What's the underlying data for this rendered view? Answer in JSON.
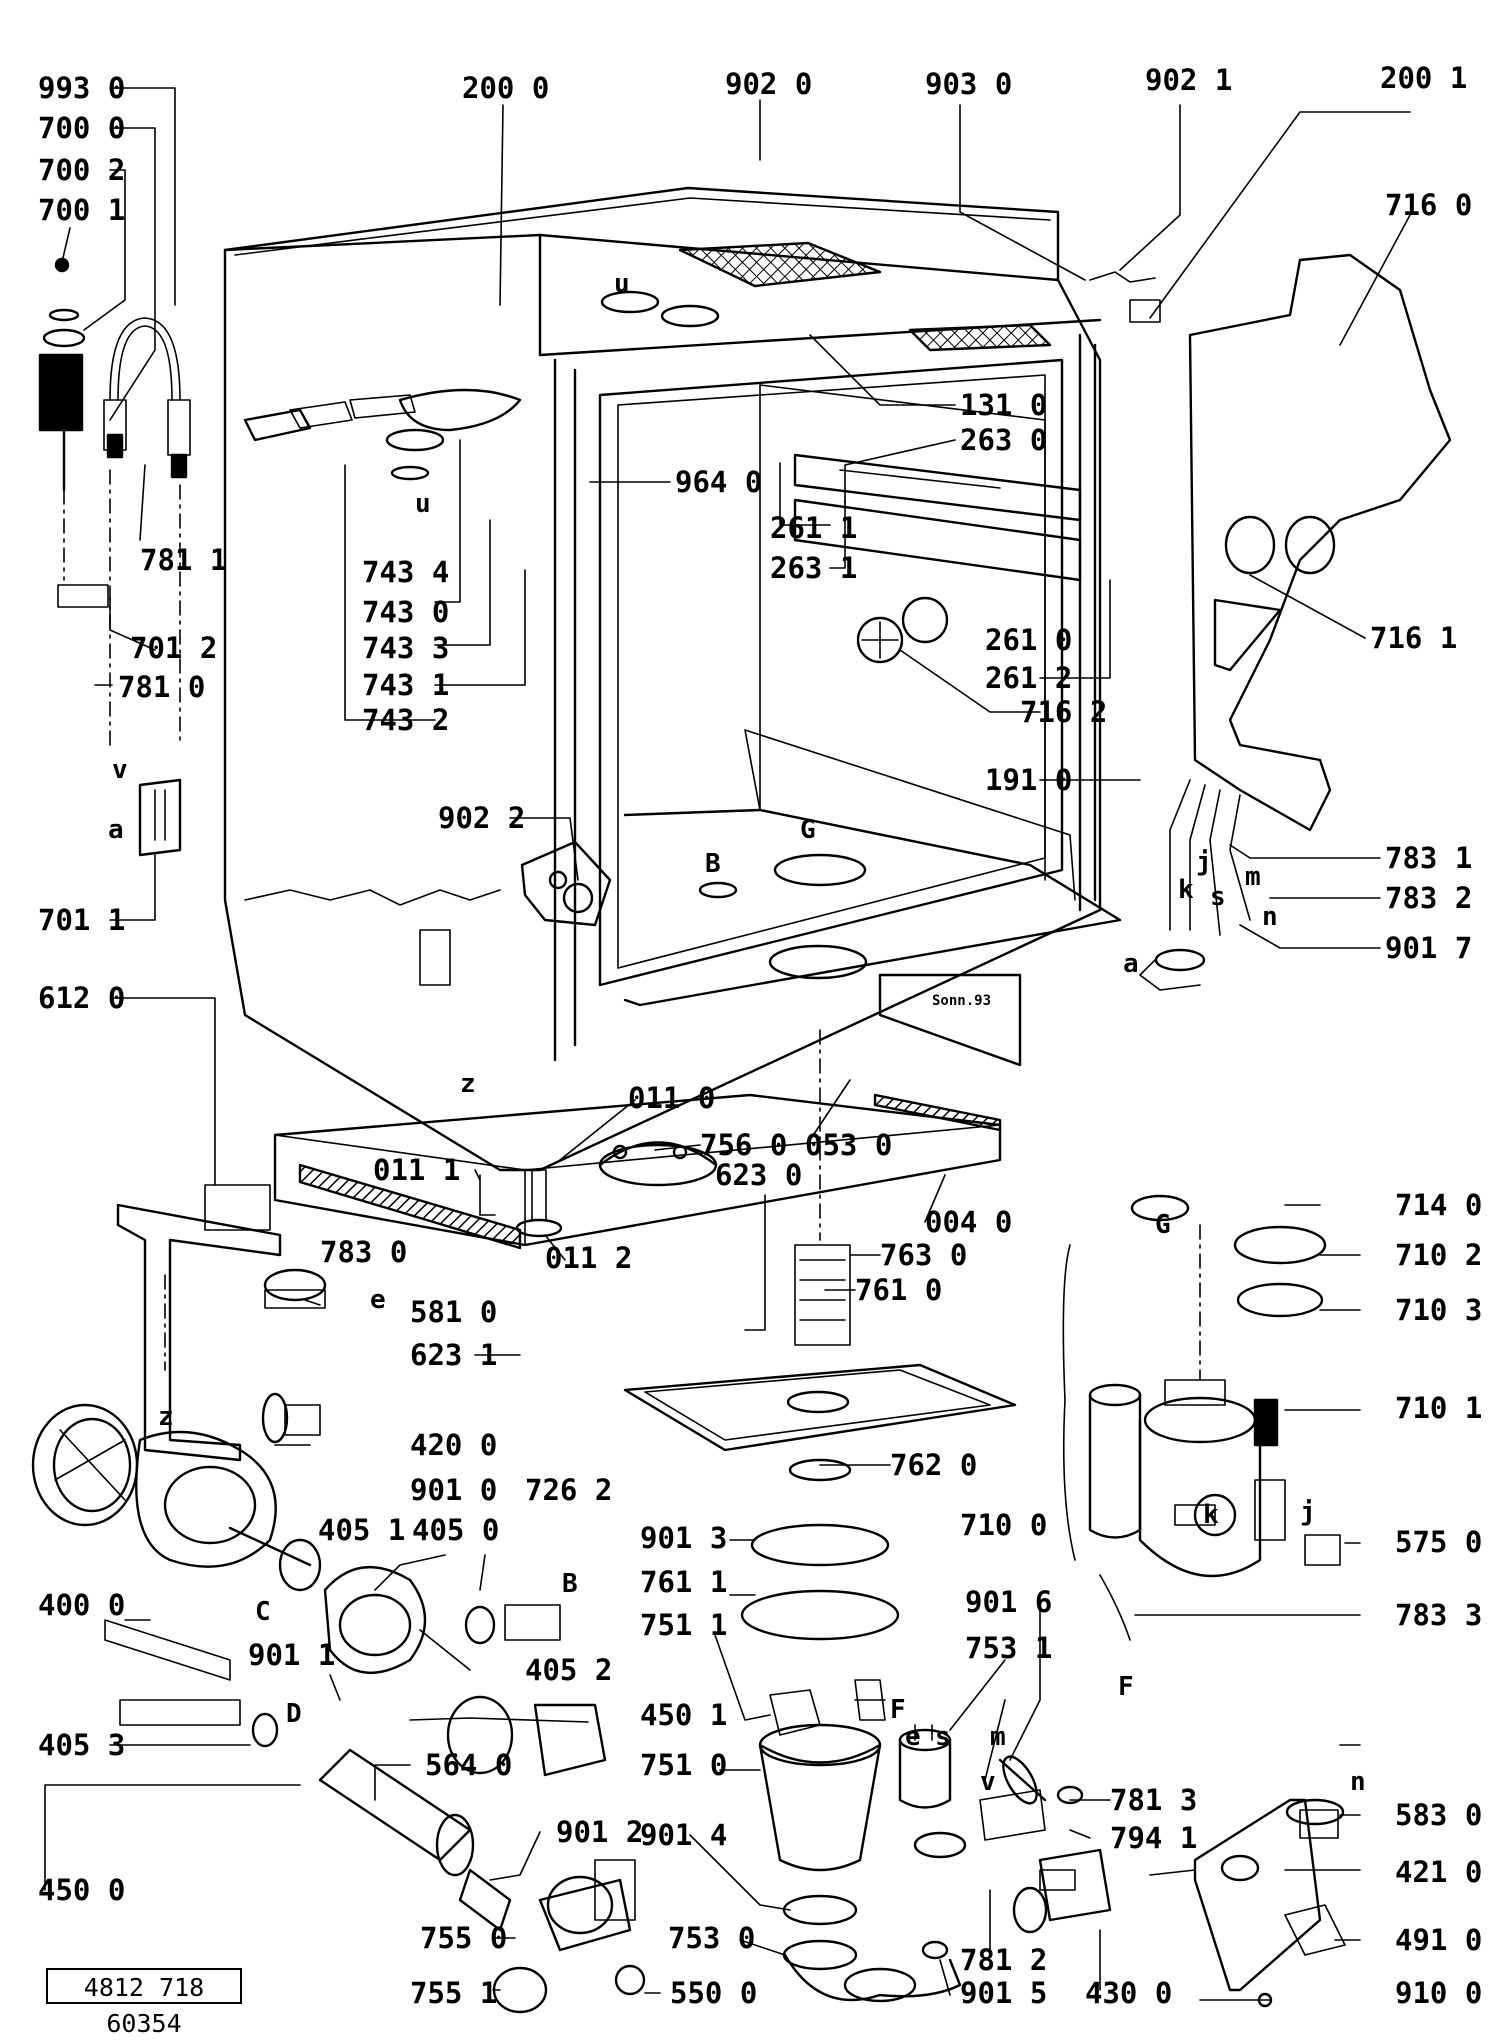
{
  "document_number": "4812 718 60354",
  "parts": [
    "993 0",
    "700 0",
    "700 2",
    "700 1",
    "200 0",
    "902 0",
    "903 0",
    "902 1",
    "200 1",
    "716 0",
    "131 0",
    "263 0",
    "964 0",
    "261 1",
    "263 1",
    "743 4",
    "743 0",
    "743 3",
    "743 1",
    "743 2",
    "781 1",
    "701 2",
    "781 0",
    "716 1",
    "716 2",
    "261 0",
    "261 2",
    "191 0",
    "902 2",
    "783 1",
    "783 2",
    "901 7",
    "701 1",
    "612 0",
    "011 0",
    "756 0",
    "053 0",
    "011 1",
    "623 0",
    "004 0",
    "783 0",
    "581 0",
    "011 2",
    "763 0",
    "761 0",
    "623 1",
    "714 0",
    "710 2",
    "710 3",
    "710 1",
    "420 0",
    "762 0",
    "901 0",
    "726 2",
    "405 1",
    "405 0",
    "710 0",
    "575 0",
    "901 3",
    "761 1",
    "400 0",
    "783 3",
    "751 1",
    "901 6",
    "753 1",
    "901 1",
    "405 2",
    "450 1",
    "405 3",
    "751 0",
    "564 0",
    "781 3",
    "583 0",
    "901 2",
    "794 1",
    "450 0",
    "901 4",
    "421 0",
    "755 0",
    "753 0",
    "781 2",
    "491 0",
    "755 1",
    "550 0",
    "901 5",
    "430 0",
    "910 0"
  ],
  "letters": [
    "u",
    "u",
    "v",
    "a",
    "G",
    "B",
    "z",
    "k",
    "s",
    "j",
    "m",
    "n",
    "a",
    "e",
    "z",
    "C",
    "B",
    "D",
    "F",
    "e",
    "s",
    "m",
    "v",
    "G",
    "k",
    "j",
    "F",
    "n"
  ]
}
